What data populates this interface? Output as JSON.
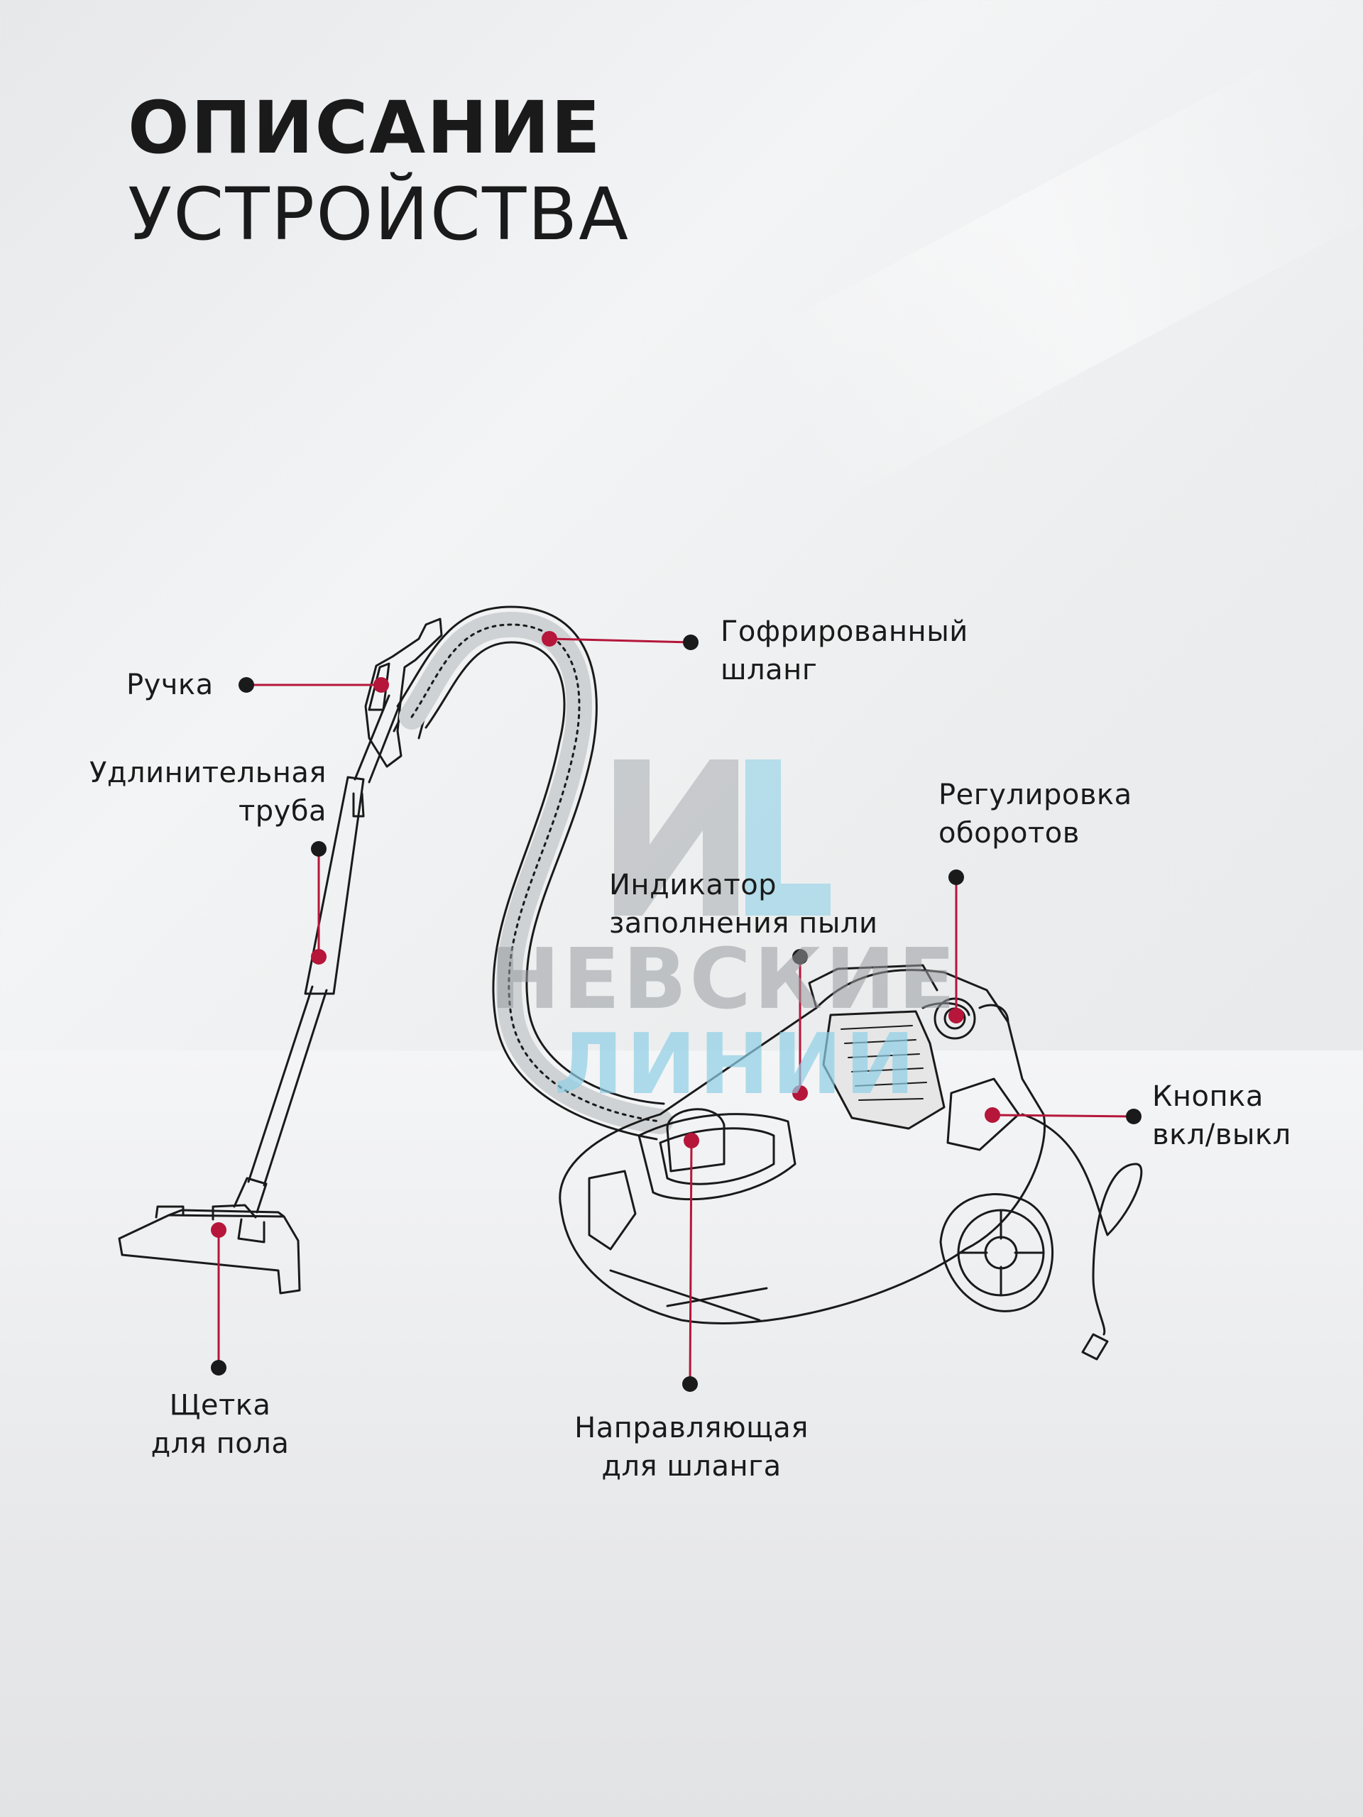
{
  "title": {
    "line1": "ОПИСАНИЕ",
    "line2": "УСТРОЙСТВА"
  },
  "labels": {
    "handle": "Ручка",
    "extension_tube": [
      "Удлинительная",
      "труба"
    ],
    "floor_brush": [
      "Щетка",
      "для пола"
    ],
    "corrugated_hose": [
      "Гофрированный",
      "шланг"
    ],
    "speed_control": [
      "Регулировка",
      "оборотов"
    ],
    "dust_indicator": [
      "Индикатор",
      "заполнения пыли"
    ],
    "power_button": [
      "Кнопка",
      "вкл/выкл"
    ],
    "hose_guide": [
      "Направляющая",
      "для шланга"
    ]
  },
  "watermark": {
    "logo_letters": "NL",
    "line1": "НЕВСКИЕ",
    "line2": "ЛИНИИ"
  },
  "colors": {
    "accent": "#b5163a",
    "line": "#1a1a1a",
    "watermark_gray": "#9a9da1",
    "watermark_blue": "#8fd0e6"
  }
}
